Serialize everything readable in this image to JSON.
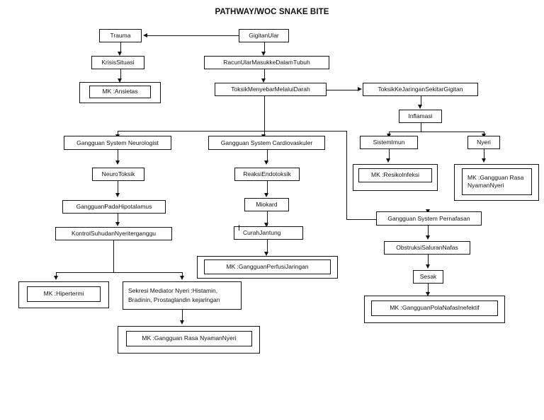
{
  "title": "PATHWAY/WOC SNAKE BITE",
  "nodes": {
    "gigitan_ular": "GigitanUlar",
    "trauma": "Trauma",
    "krisis_situasi": "KrisisSituasi",
    "mk_ansietas": "MK :Ansietas",
    "racun_masuk": "RacunUlarMasukkeDalamTubuh",
    "toksik_menyebar": "ToksikMenyebarMelaluiDarah",
    "toksik_ke_jaringan": "ToksikKeJaringanSekitarGigitan",
    "inflamasi": "Inflamasi",
    "sistem_imun": "SistemImun",
    "nyeri": "Nyeri",
    "mk_resiko_infeksi": "MK :ResikoInfeksi",
    "mk_gangguan_rasa_nyaman_nyeri_kanan": "MK :Gangguan Rasa NyamanNyeri",
    "gangguan_pernafasan": "Gangguan System Pernafasan",
    "obstruksi_saluran_nafas": "ObstruksiSaluranNafas",
    "sesak": "Sesak",
    "mk_pola_nafas": "MK :GangguanPolaNafasInefektif",
    "gangguan_neurologist": "Gangguan System Neurologist",
    "neuro_toksik": "NeuroToksik",
    "gangguan_hipotalamus": "GangguanPadaHipotalamus",
    "kontrol_suhu": "KontrolSuhudanNyeriterganggu",
    "mk_hipertermi": "MK :Hipertermi",
    "sekresi_mediator": "Sekresi Mediator Nyeri :Histamin, Bradinin, Prostaglandin kejaringan",
    "mk_gangguan_rasa_nyaman_nyeri_bawah": "MK :Gangguan Rasa NyamanNyeri",
    "gangguan_cardiovaskuler": "Gangguan System Cardiovaskuler",
    "reaksi_endotoksik": "ReaksiEndotoksik",
    "miokard": "Miokard",
    "curah_jantung": "CurahJantung",
    "mk_perfusi_jaringan": "MK :GangguanPerfusiJaringan"
  },
  "colors": {
    "stroke": "#141414",
    "background": "#ffffff",
    "text": "#111111"
  }
}
